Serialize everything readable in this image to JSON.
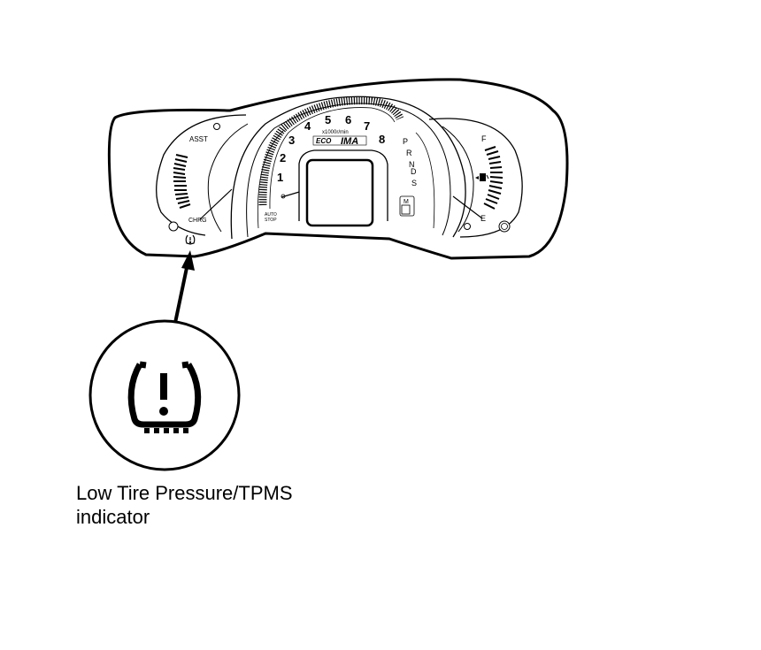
{
  "cluster": {
    "hybrid_gauge": {
      "top_label": "ASST",
      "bottom_label": "CHRG"
    },
    "tachometer": {
      "numbers": [
        "1",
        "2",
        "3",
        "4",
        "5",
        "6",
        "7",
        "8"
      ],
      "unit": "x1000r/min",
      "logo_left": "ECO",
      "logo_right": "IMA",
      "auto_stop": [
        "AUTO",
        "STOP"
      ]
    },
    "gear_indicator": {
      "positions": [
        "P",
        "R",
        "N",
        "D",
        "S"
      ],
      "manual": "M"
    },
    "fuel_gauge": {
      "full": "F",
      "empty": "E"
    }
  },
  "callout": {
    "label_line1": "Low Tire Pressure/TPMS",
    "label_line2": "indicator"
  },
  "icons": {
    "tpms": "tpms-icon",
    "fuel_pump": "fuel-pump-icon"
  }
}
